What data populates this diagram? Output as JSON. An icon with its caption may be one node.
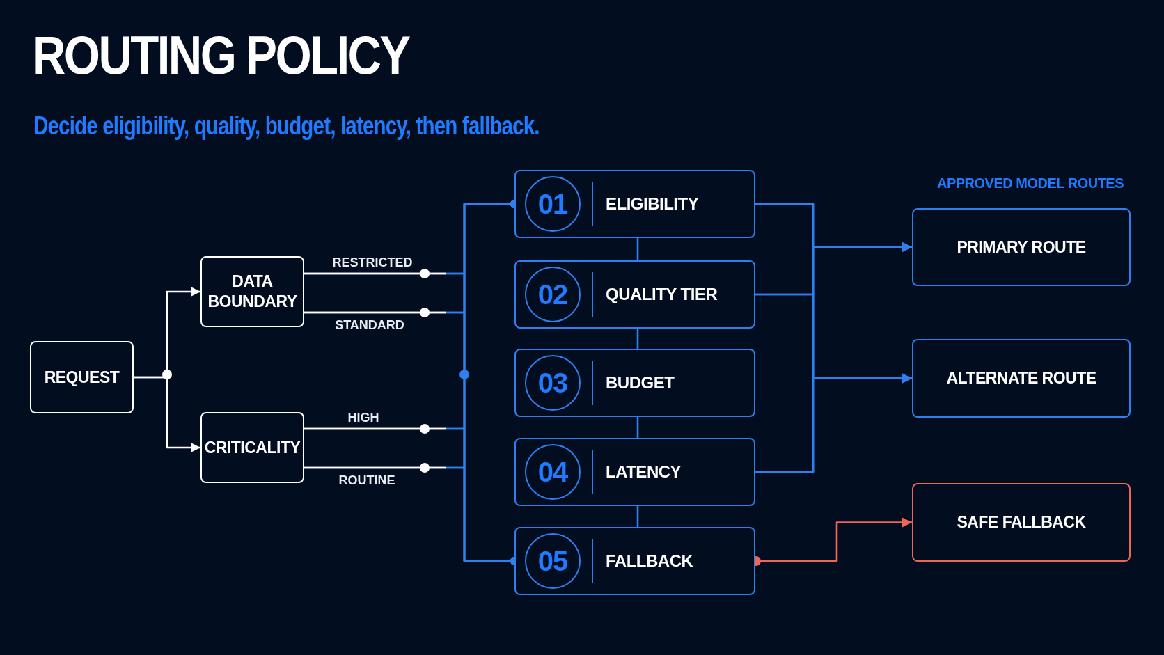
{
  "diagram": {
    "title": "ROUTING POLICY",
    "nodes": [
      {
        "text": [
          "REQUEST"
        ]
      },
      {
        "text": [
          "DATA BOUNDARY"
        ]
      },
      {
        "text": [
          "CRITICALITY"
        ]
      },
      {
        "text": [
          "01",
          "ELIGIBILITY"
        ]
      },
      {
        "text": [
          "02",
          "QUALITY TIER"
        ]
      },
      {
        "text": [
          "03",
          "BUDGET"
        ]
      },
      {
        "text": [
          "04",
          "LATENCY"
        ]
      },
      {
        "text": [
          "05",
          "FALLBACK"
        ]
      },
      {
        "text": [
          "PRIMARY ROUTE"
        ]
      },
      {
        "text": [
          "ALTERNATE ROUTE"
        ]
      },
      {
        "text": [
          "SAFE FALLBACK"
        ]
      }
    ],
    "edges": [
      {
        "from": 0,
        "to": 1,
        "arrow": "to",
        "color": "#ffffff"
      },
      {
        "from": 0,
        "to": 2,
        "arrow": "to",
        "color": "#ffffff"
      },
      {
        "from": 1,
        "to": 3,
        "arrow": "other",
        "label": "RESTRICTED",
        "color": "#ffffff"
      },
      {
        "from": 1,
        "to": 7,
        "arrow": "other",
        "color": "#ffffff"
      },
      {
        "from": 1,
        "to": 3,
        "arrow": "other",
        "label": "STANDARD",
        "color": "#ffffff"
      },
      {
        "from": 1,
        "to": 7,
        "arrow": "other",
        "color": "#ffffff"
      },
      {
        "from": 2,
        "to": 3,
        "arrow": "other",
        "label": "HIGH",
        "color": "#ffffff"
      },
      {
        "from": 2,
        "to": 7,
        "arrow": "other",
        "color": "#ffffff"
      },
      {
        "from": 2,
        "to": 3,
        "arrow": "other",
        "label": "ROUTINE",
        "color": "#ffffff"
      },
      {
        "from": 2,
        "to": 7,
        "arrow": "other",
        "color": "#ffffff"
      },
      {
        "from": 3,
        "to": 4,
        "arrow": "none"
      },
      {
        "from": 4,
        "to": 5,
        "arrow": "none"
      },
      {
        "from": 5,
        "to": 6,
        "arrow": "none"
      },
      {
        "from": 6,
        "to": 7,
        "arrow": "none"
      },
      {
        "from": 3,
        "to": 8,
        "arrow": "to"
      },
      {
        "from": 3,
        "to": 9,
        "arrow": "to"
      },
      {
        "from": 4,
        "to": 8,
        "arrow": "to"
      },
      {
        "from": 4,
        "to": 9,
        "arrow": "to"
      },
      {
        "from": 6,
        "to": 8,
        "arrow": "to"
      },
      {
        "from": 6,
        "to": 9,
        "arrow": "to"
      },
      {
        "from": 7,
        "to": 10,
        "arrow": "to",
        "color": "#f0645a"
      }
    ],
    "labels": [
      "Decide eligibility, quality, budget, latency, then fallback.",
      "APPROVED MODEL ROUTES"
    ]
  }
}
